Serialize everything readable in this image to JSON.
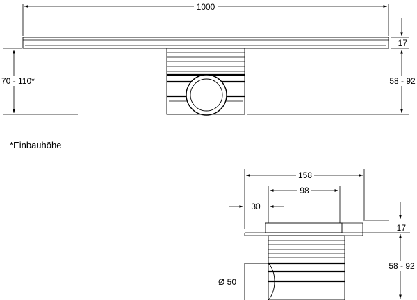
{
  "top_view": {
    "length_label": "1000",
    "channel_height_label": "17",
    "body_height_label": "58 - 92",
    "install_height_label": "70 - 110*"
  },
  "note": "*Einbauhöhe",
  "side_view": {
    "outer_width_label": "158",
    "inner_width_label": "98",
    "offset_label": "30",
    "channel_height_label": "17",
    "body_height_label": "58 - 92",
    "pipe_diameter_label": "Ø 50"
  },
  "colors": {
    "line": "#000000",
    "background": "#ffffff"
  }
}
